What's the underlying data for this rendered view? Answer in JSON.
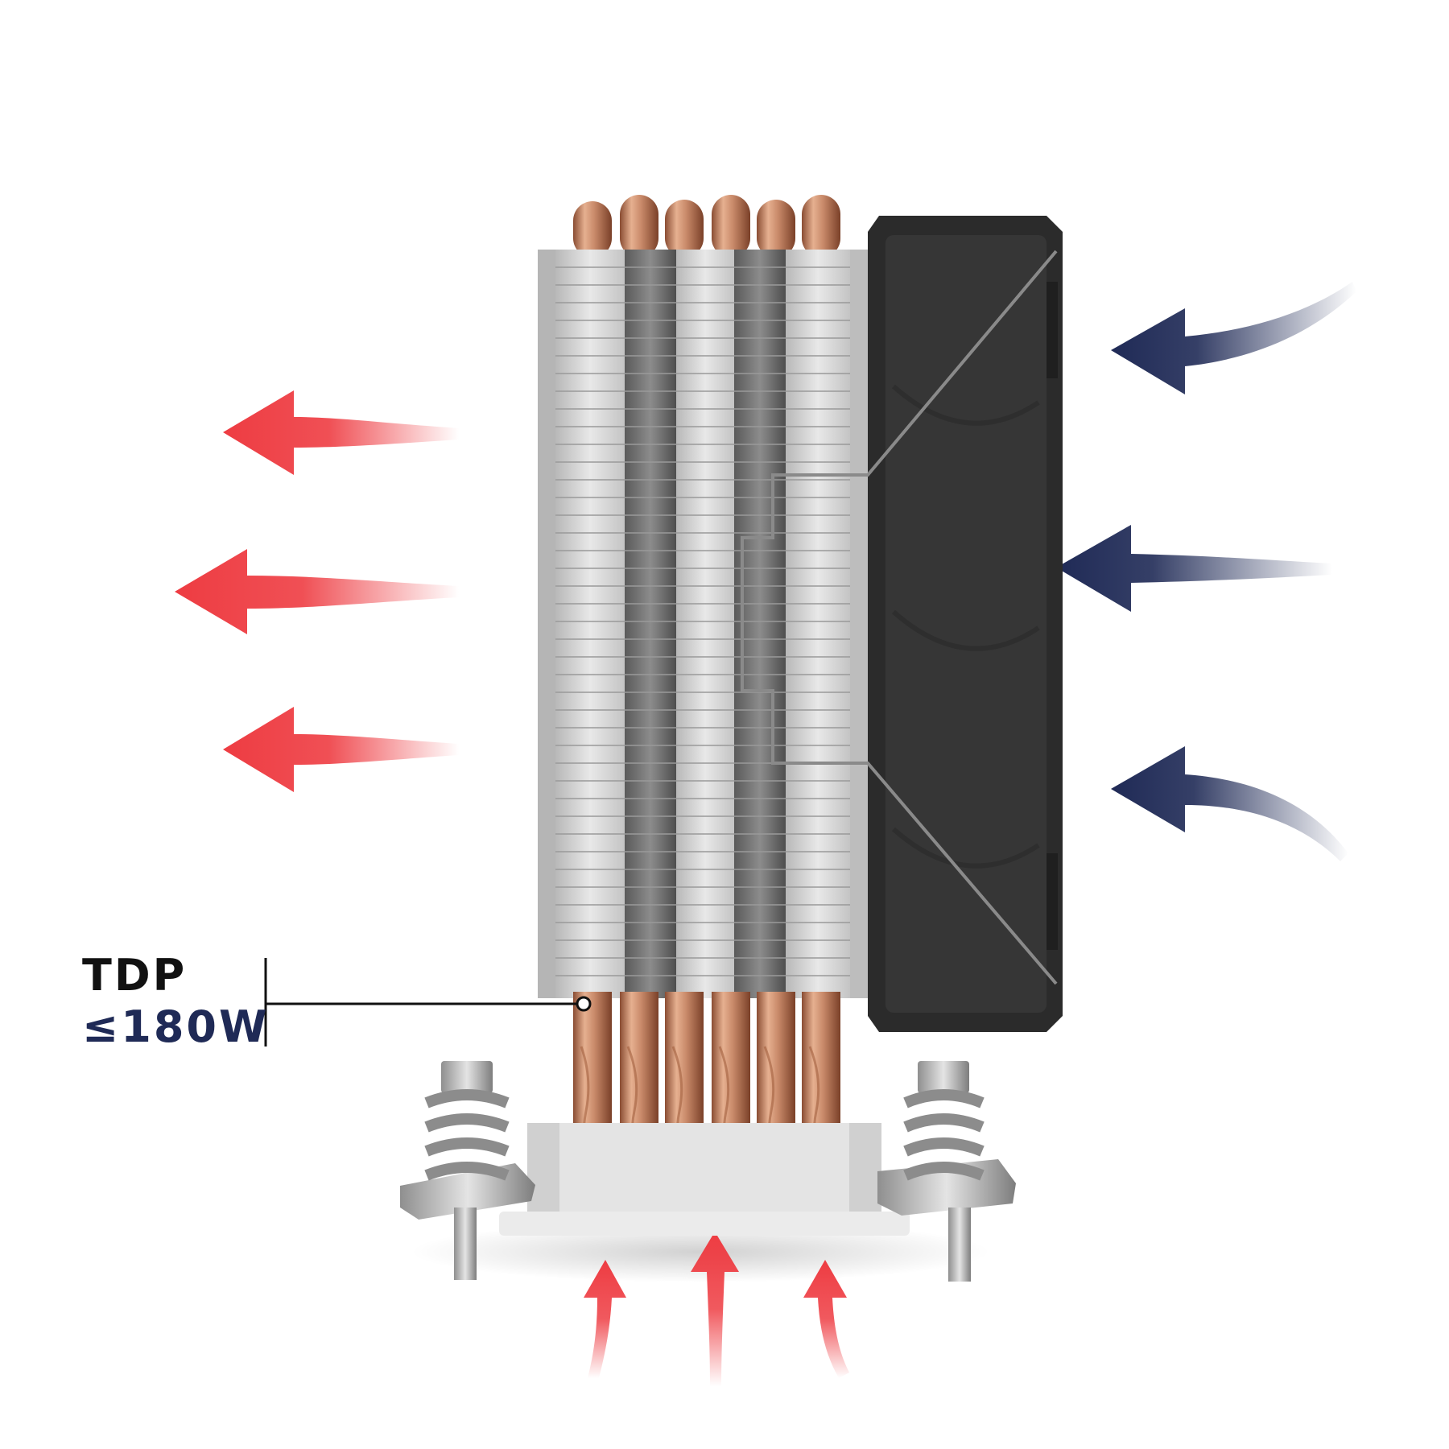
{
  "colors": {
    "hot_arrow": "#ee3c42",
    "cool_arrow": "#1f2a56",
    "label_title": "#111111",
    "label_value": "#1f2a56",
    "copper": "#c98a6a",
    "aluminum": "#d9d9d9",
    "fan_frame": "#2b2b2b",
    "fan_body": "#363636"
  },
  "icons": {
    "hot_air_out": "hot-air-arrow-icon",
    "cool_air_in": "cool-air-arrow-icon",
    "base_heat": "heat-rise-arrow-icon"
  },
  "counts": {
    "heatpipes": 6,
    "hot_air_arrows": 3,
    "cool_air_arrows": 3,
    "base_heat_arrows": 3
  },
  "tdp": {
    "title": "TDP",
    "value": "≤180W"
  }
}
